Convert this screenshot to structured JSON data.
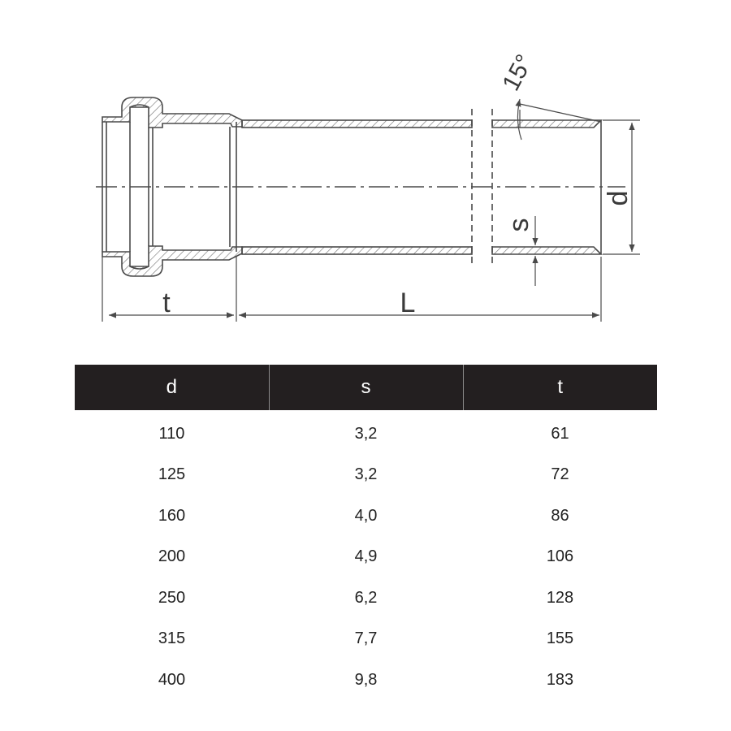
{
  "drawing": {
    "labels": {
      "t": "t",
      "L": "L",
      "d": "d",
      "s": "s",
      "angle": "15°"
    },
    "colors": {
      "line": "#4a4a4a",
      "hatch": "#7a7a7a",
      "table_header_bg": "#231f20",
      "table_header_text": "#ffffff"
    }
  },
  "table": {
    "headers": [
      "d",
      "s",
      "t"
    ],
    "rows": [
      [
        "110",
        "3,2",
        "61"
      ],
      [
        "125",
        "3,2",
        "72"
      ],
      [
        "160",
        "4,0",
        "86"
      ],
      [
        "200",
        "4,9",
        "106"
      ],
      [
        "250",
        "6,2",
        "128"
      ],
      [
        "315",
        "7,7",
        "155"
      ],
      [
        "400",
        "9,8",
        "183"
      ]
    ]
  }
}
